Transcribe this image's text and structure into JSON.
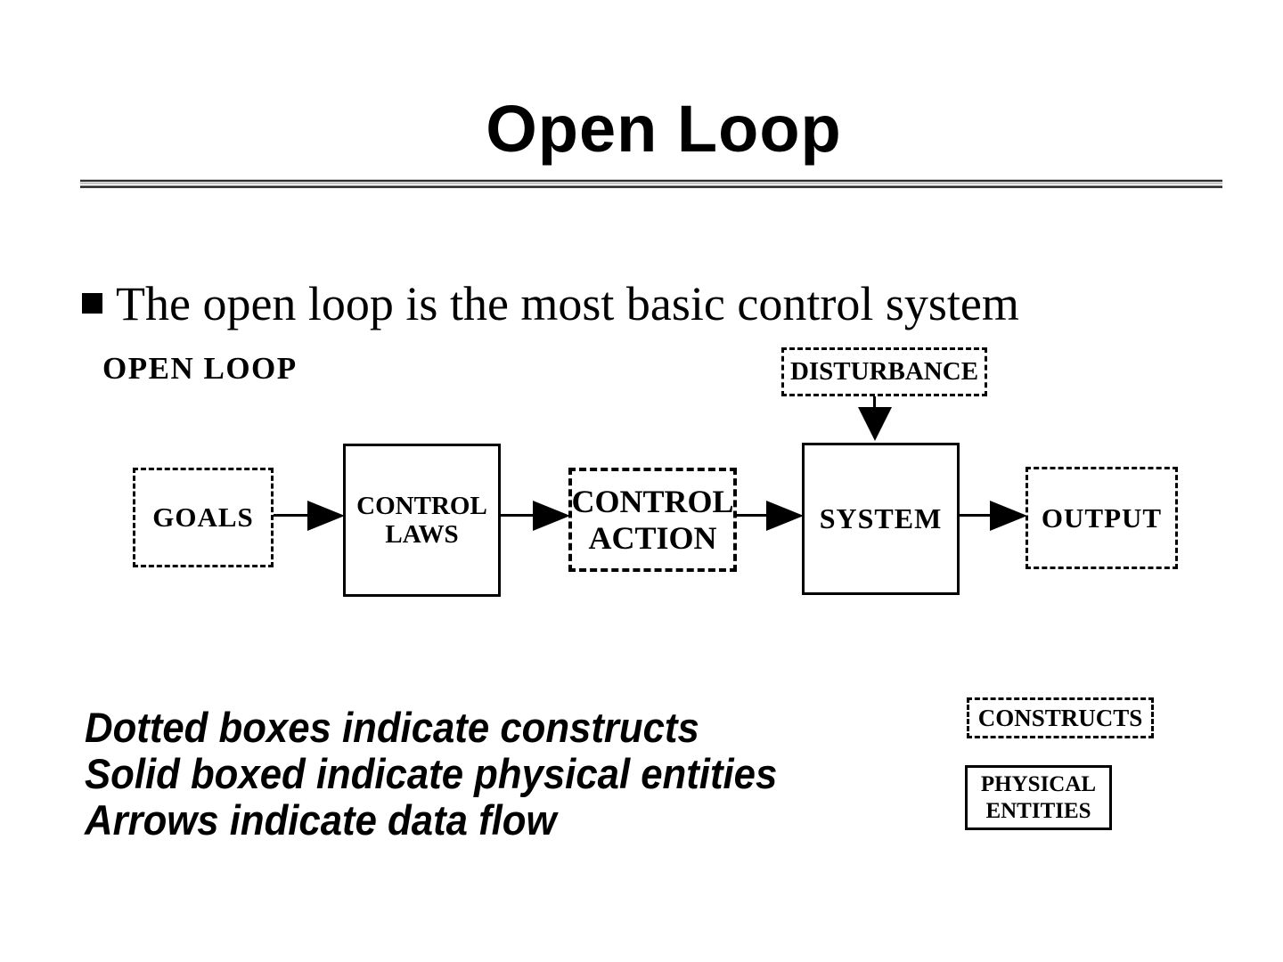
{
  "slide": {
    "title": "Open Loop",
    "bullet": "The open loop is the most basic control system",
    "colors": {
      "ink": "#000000",
      "background": "#ffffff",
      "rule_gray": "#9e9e9e"
    }
  },
  "diagram": {
    "heading": "OPEN LOOP",
    "nodes": {
      "goals": {
        "label": "GOALS",
        "kind": "construct"
      },
      "control_laws": {
        "line1": "CONTROL",
        "line2": "LAWS",
        "kind": "physical"
      },
      "control_action": {
        "line1": "CONTROL",
        "line2": "ACTION",
        "kind": "construct"
      },
      "system": {
        "label": "SYSTEM",
        "kind": "physical"
      },
      "output": {
        "label": "OUTPUT",
        "kind": "construct"
      },
      "disturbance": {
        "label": "DISTURBANCE",
        "kind": "construct"
      }
    },
    "edges": [
      {
        "from": "goals",
        "to": "control_laws"
      },
      {
        "from": "control_laws",
        "to": "control_action"
      },
      {
        "from": "control_action",
        "to": "system"
      },
      {
        "from": "system",
        "to": "output"
      },
      {
        "from": "disturbance",
        "to": "system"
      }
    ]
  },
  "legend": {
    "notes": [
      "Dotted boxes indicate constructs",
      "Solid boxed indicate physical entities",
      "Arrows indicate data flow"
    ],
    "constructs_label": "CONSTRUCTS",
    "physical_line1": "PHYSICAL",
    "physical_line2": "ENTITIES"
  }
}
